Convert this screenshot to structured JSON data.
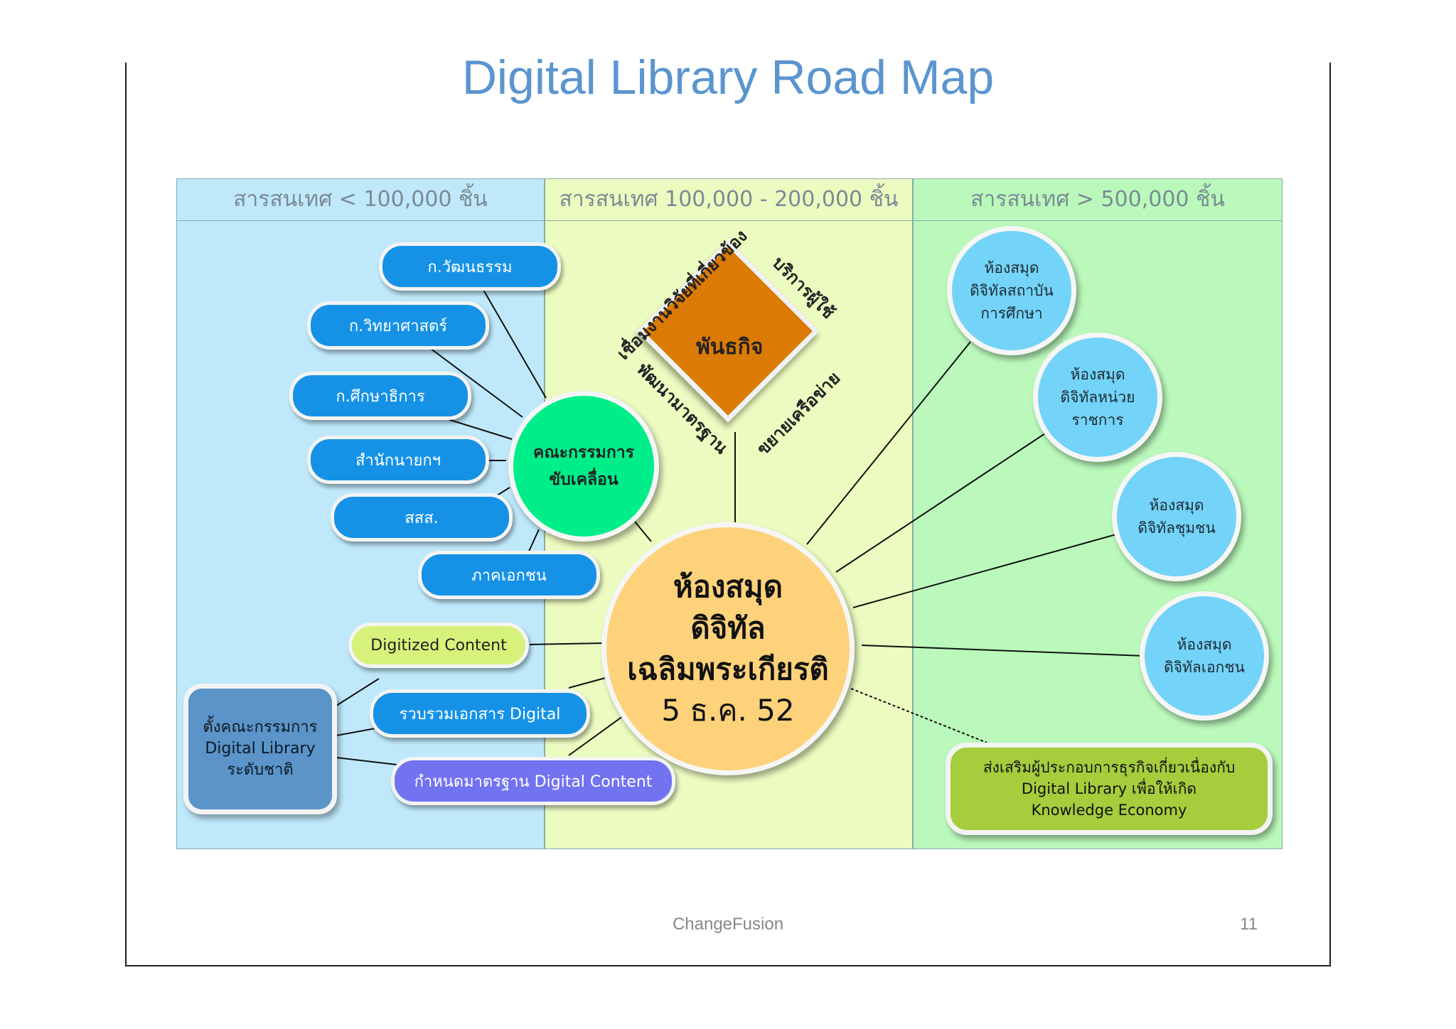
{
  "title": "Digital Library Road Map",
  "columns": [
    {
      "label": "สารสนเทศ < 100,000 ชิ้น",
      "color": "#bfe9fb"
    },
    {
      "label": "สารสนเทศ 100,000 - 200,000 ชิ้น",
      "color": "#ecfbc0"
    },
    {
      "label": "สารสนเทศ > 500,000 ชิ้น",
      "color": "#baf9bb"
    }
  ],
  "partners": [
    "ก.วัฒนธรรม",
    "ก.วิทยาศาสตร์",
    "ก.ศึกษาธิการ",
    "สำนักนายกฯ",
    "สสส.",
    "ภาคเอกชน"
  ],
  "committee": {
    "line1": "คณะกรรมการ",
    "line2": "ขับเคลื่อน",
    "color": "#00ee8a"
  },
  "mission": {
    "label": "พันธกิจ",
    "sides": [
      "เชื่อมงานวิจัยที่เกี่ยวข้อง",
      "บริการผู้ใช้",
      "พัฒนามาตรฐาน",
      "ขยายเครือข่าย"
    ],
    "color": "#db7a05"
  },
  "center": {
    "line1": "ห้องสมุด",
    "line2": "ดิจิทัล",
    "line3": "เฉลิมพระเกียรติ",
    "line4": "5 ธ.ค. 52",
    "color": "#fdd27a"
  },
  "libraries": [
    {
      "line1": "ห้องสมุด",
      "line2": "ดิจิทัลสถาบัน",
      "line3": "การศึกษา"
    },
    {
      "line1": "ห้องสมุด",
      "line2": "ดิจิทัลหน่วย",
      "line3": "ราชการ"
    },
    {
      "line1": "ห้องสมุด",
      "line2": "ดิจิทัลชุมชน"
    },
    {
      "line1": "ห้องสมุด",
      "line2": "ดิจิทัลเอกชน"
    }
  ],
  "national_committee": {
    "line1": "ตั้งคณะกรรมการ",
    "line2": "Digital Library",
    "line3": "ระดับชาติ",
    "color": "#5b94c8"
  },
  "digitized": {
    "label": "Digitized Content",
    "color": "#d7f27a"
  },
  "collect": {
    "label": "รวบรวมเอกสาร Digital"
  },
  "standard": {
    "label": "กำหนดมาตรฐาน Digital Content",
    "color": "#7173f0"
  },
  "economy": {
    "line1": "ส่งเสริมผู้ประกอบการธุรกิจเกี่ยวเนื่องกับ",
    "line2": "Digital Library เพื่อให้เกิด",
    "line3": "Knowledge Economy",
    "color": "#a5cd3c"
  },
  "footer": "ChangeFusion",
  "page_number": "11"
}
